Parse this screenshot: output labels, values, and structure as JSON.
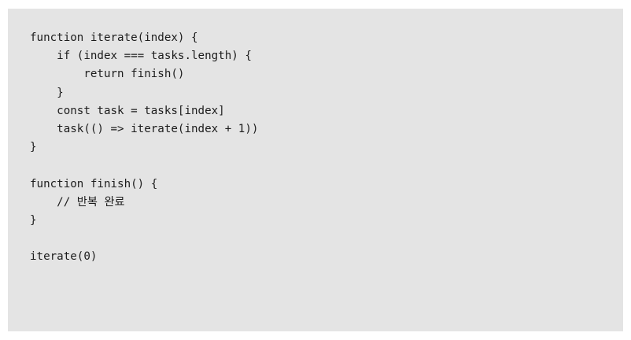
{
  "page": {
    "background_color": "#ffffff",
    "block_background_color": "#e4e4e4",
    "text_color": "#1c1c1c",
    "language": "javascript"
  },
  "code": {
    "lines": [
      "function iterate(index) {",
      "    if (index === tasks.length) {",
      "        return finish()",
      "    }",
      "    const task = tasks[index]",
      "    task(() => iterate(index + 1))",
      "}",
      "",
      "function finish() {",
      "    // 반복 완료",
      "}",
      "",
      "iterate(0)"
    ]
  }
}
